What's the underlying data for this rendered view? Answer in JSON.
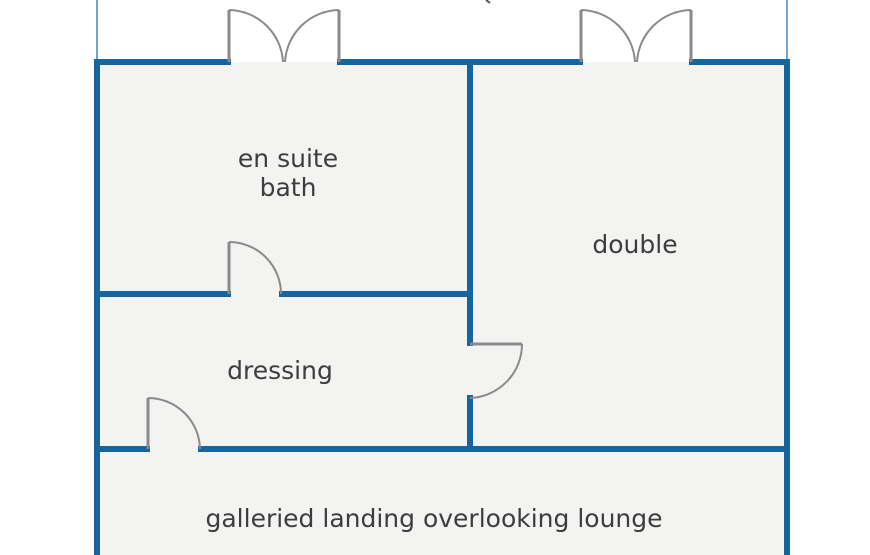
{
  "rooms": {
    "ensuite": {
      "line1": "en suite",
      "line2": "bath"
    },
    "double": {
      "label": "double"
    },
    "dressing": {
      "label": "dressing"
    },
    "landing": {
      "label": "galleried landing overlooking lounge"
    }
  },
  "colors": {
    "wall": "#1565a0",
    "thin_wall": "#6fa6cf",
    "room_fill": "#f3f3f2",
    "door": "#8a8a8a",
    "text": "#3d3d3d",
    "background": "#ffffff"
  }
}
